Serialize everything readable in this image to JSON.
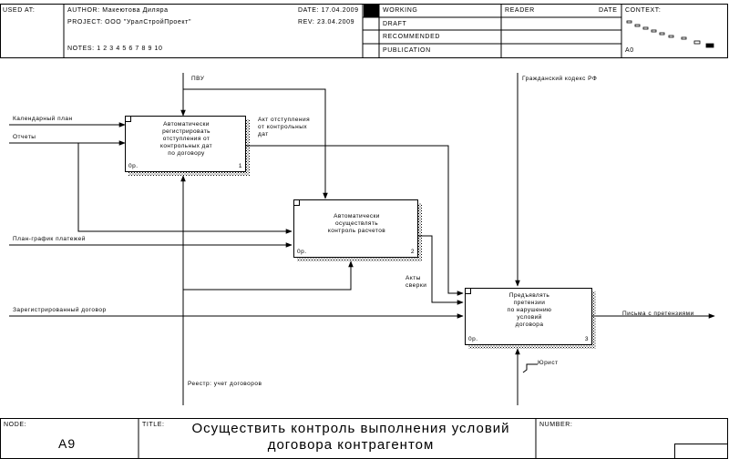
{
  "header": {
    "used_at": "USED AT:",
    "author": "AUTHOR:  Макеютова Диляра",
    "project": "PROJECT:   ООО \"УралСтройПроект\"",
    "notes": "NOTES:  1  2  3  4  5  6  7  8  9  10",
    "date": "DATE:  17.04.2009",
    "rev": "REV:   23.04.2009",
    "status": [
      "WORKING",
      "DRAFT",
      "RECOMMENDED",
      "PUBLICATION"
    ],
    "reader": "READER",
    "reader_date": "DATE",
    "context": "CONTEXT:",
    "context_node": "A0"
  },
  "boxes": [
    {
      "text": "Автоматически\nрегистрировать\nотступления от\nконтрольных дат\nпо договору",
      "cost": "0р.",
      "num": "1"
    },
    {
      "text": "Автоматически\nосуществлять\nконтроль расчетов",
      "cost": "0р.",
      "num": "2"
    },
    {
      "text": "Предъявлять\nпретензии\nпо нарушению\nусловий\nдоговора",
      "cost": "0р.",
      "num": "3"
    }
  ],
  "arrows": {
    "pvu": "ПВУ",
    "civil_code": "Гражданский кодекс РФ",
    "calendar_plan": "Календарный план",
    "reports": "Отчеты",
    "act_deviation": "Акт отступления\nот контрольных\nдат",
    "payment_schedule": "План-график платежей",
    "acts_reconciliation": "Акты\nсверки",
    "registered_contract": "Зарегистрированный договор",
    "claim_letters": "Письма с претензиями",
    "lawyer": "Юрист",
    "registry": "Реестр: учет договоров"
  },
  "footer": {
    "node_label": "NODE:",
    "node": "A9",
    "title_label": "TITLE:",
    "title": "Осуществить контроль выполнения условий\nдоговора контрагентом",
    "number_label": "NUMBER:"
  }
}
